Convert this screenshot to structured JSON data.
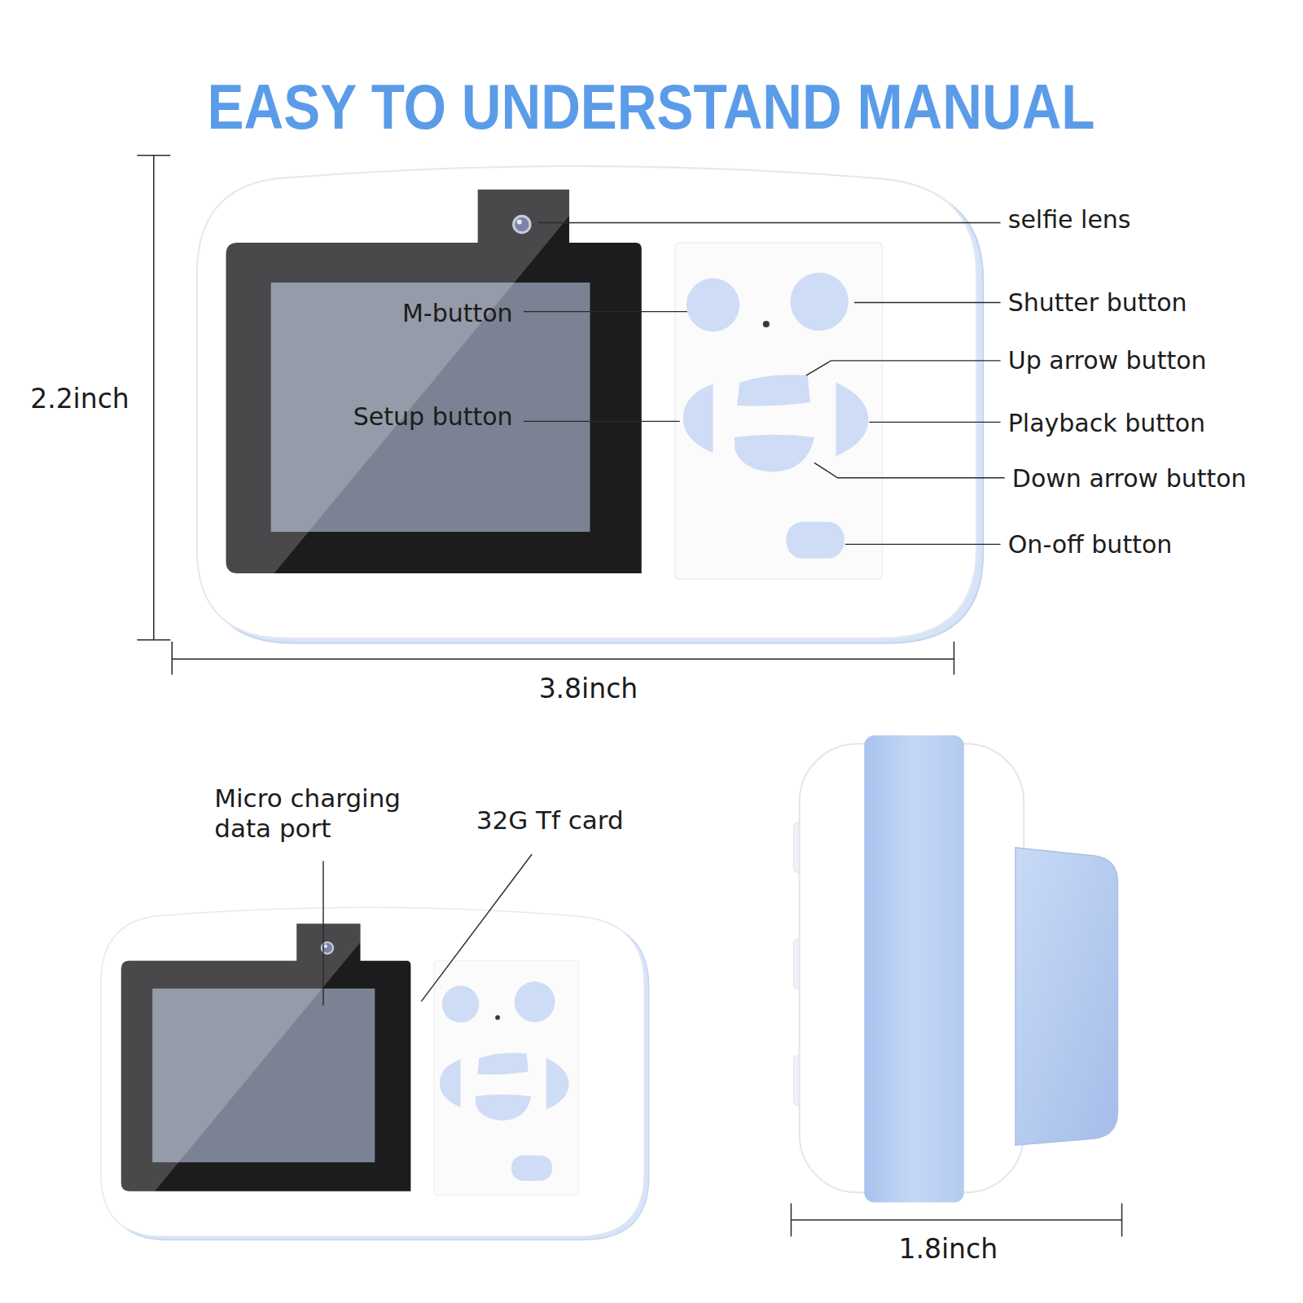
{
  "diagram": {
    "title": "EASY TO UNDERSTAND MANUAL",
    "labels": [
      "selfie lens",
      "M-button",
      "Shutter button",
      "Up arrow button",
      "2.2inch",
      "Setup button",
      "Playback button",
      "Down arrow button",
      "On-off button",
      "3.8inch",
      "Micro charging data port",
      "32G Tf card",
      "1.8inch"
    ]
  }
}
